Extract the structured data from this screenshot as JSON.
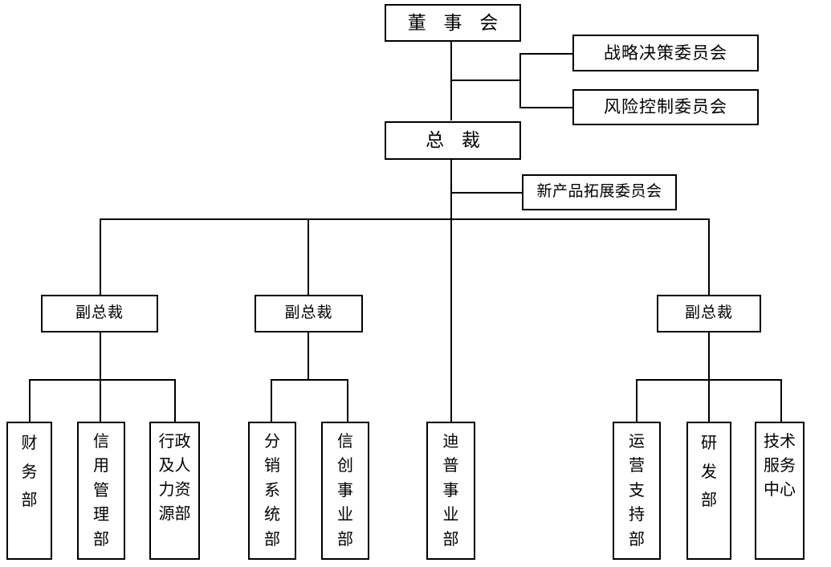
{
  "diagram": {
    "type": "organization-chart",
    "title": "",
    "orientation": "top-down",
    "background_color": "#ffffff",
    "line_color": "#000000",
    "box_border_color": "#000000"
  },
  "nodes": {
    "board": {
      "label": "董 事 会",
      "level": 1
    },
    "strategy_committee": {
      "label": "战略决策委员会",
      "level": 2
    },
    "risk_committee": {
      "label": "风险控制委员会",
      "level": 2
    },
    "president": {
      "label": "总  裁",
      "level": 3
    },
    "new_product_committee": {
      "label": "新产品拓展委员会",
      "level": 4
    },
    "vp_left": {
      "label": "副总裁",
      "level": 5
    },
    "vp_mid": {
      "label": "副总裁",
      "level": 5
    },
    "vp_right": {
      "label": "副总裁",
      "level": 5
    },
    "dept_finance": {
      "label": "财\n务\n部",
      "level": 6,
      "group": "left"
    },
    "dept_credit_mgmt": {
      "label": "信\n用\n管\n理\n部",
      "level": 6,
      "group": "left"
    },
    "dept_admin_hr": {
      "label": "行政\n及人\n力资\n源部",
      "level": 6,
      "group": "left"
    },
    "dept_distribution": {
      "label": "分\n销\n系\n统\n部",
      "level": 6,
      "group": "mid"
    },
    "dept_xinchuang": {
      "label": "信\n创\n事\n业\n部",
      "level": 6,
      "group": "mid"
    },
    "dept_dptech": {
      "label": "迪\n普\n事\n业\n部",
      "level": 6,
      "group": "president"
    },
    "dept_ops_support": {
      "label": "运\n营\n支\n持\n部",
      "level": 6,
      "group": "right"
    },
    "dept_rnd": {
      "label": "研\n发\n部",
      "level": 6,
      "group": "right"
    },
    "dept_tech_service": {
      "label": "技术\n服务\n中心",
      "level": 6,
      "group": "right"
    }
  },
  "edges": [
    {
      "from": "board",
      "to": "president"
    },
    {
      "from": "board",
      "to": "strategy_committee"
    },
    {
      "from": "board",
      "to": "risk_committee"
    },
    {
      "from": "president",
      "to": "new_product_committee"
    },
    {
      "from": "president",
      "to": "vp_left"
    },
    {
      "from": "president",
      "to": "vp_mid"
    },
    {
      "from": "president",
      "to": "vp_right"
    },
    {
      "from": "president",
      "to": "dept_dptech"
    },
    {
      "from": "vp_left",
      "to": "dept_finance"
    },
    {
      "from": "vp_left",
      "to": "dept_credit_mgmt"
    },
    {
      "from": "vp_left",
      "to": "dept_admin_hr"
    },
    {
      "from": "vp_mid",
      "to": "dept_distribution"
    },
    {
      "from": "vp_mid",
      "to": "dept_xinchuang"
    },
    {
      "from": "vp_right",
      "to": "dept_ops_support"
    },
    {
      "from": "vp_right",
      "to": "dept_rnd"
    },
    {
      "from": "vp_right",
      "to": "dept_tech_service"
    }
  ]
}
